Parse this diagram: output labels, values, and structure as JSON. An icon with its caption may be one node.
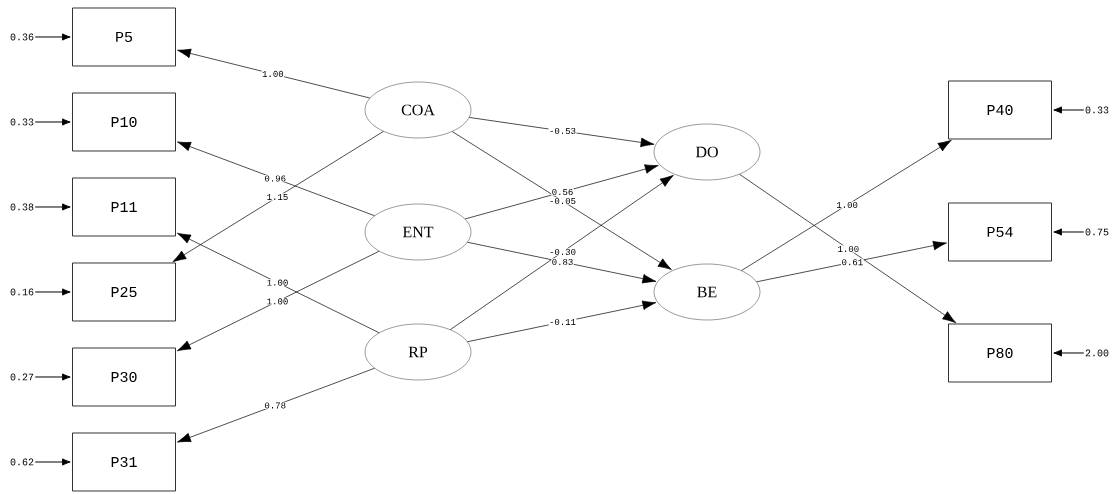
{
  "diagram": {
    "nodes": [
      {
        "text": [
          "P5"
        ]
      },
      {
        "text": [
          "P10"
        ]
      },
      {
        "text": [
          "P11"
        ]
      },
      {
        "text": [
          "P25"
        ]
      },
      {
        "text": [
          "P30"
        ]
      },
      {
        "text": [
          "P31"
        ]
      },
      {
        "text": [
          "COA"
        ]
      },
      {
        "text": [
          "ENT"
        ]
      },
      {
        "text": [
          "RP"
        ]
      },
      {
        "text": [
          "DO"
        ]
      },
      {
        "text": [
          "BE"
        ]
      },
      {
        "text": [
          "P40"
        ]
      },
      {
        "text": [
          "P54"
        ]
      },
      {
        "text": [
          "P80"
        ]
      },
      {
        "text": [
          "0.36"
        ]
      },
      {
        "text": [
          "0.33"
        ]
      },
      {
        "text": [
          "0.38"
        ]
      },
      {
        "text": [
          "0.16"
        ]
      },
      {
        "text": [
          "0.27"
        ]
      },
      {
        "text": [
          "0.62"
        ]
      },
      {
        "text": [
          "0.33"
        ]
      },
      {
        "text": [
          "0.75"
        ]
      },
      {
        "text": [
          "2.00"
        ]
      }
    ],
    "edges": [
      {
        "from": 6,
        "to": 0,
        "arrow": "to",
        "label": "1.00"
      },
      {
        "from": 7,
        "to": 1,
        "arrow": "to",
        "label": "0.96"
      },
      {
        "from": 6,
        "to": 3,
        "arrow": "to",
        "label": "1.15"
      },
      {
        "from": 8,
        "to": 2,
        "arrow": "to",
        "label": "1.00"
      },
      {
        "from": 7,
        "to": 4,
        "arrow": "to",
        "label": "1.00"
      },
      {
        "from": 8,
        "to": 5,
        "arrow": "to",
        "label": "0.78"
      },
      {
        "from": 6,
        "to": 9,
        "arrow": "to",
        "label": "-0.53"
      },
      {
        "from": 7,
        "to": 9,
        "arrow": "to",
        "label": "0.56"
      },
      {
        "from": 6,
        "to": 10,
        "arrow": "to",
        "label": "-0.05"
      },
      {
        "from": 8,
        "to": 9,
        "arrow": "to",
        "label": "-0.30"
      },
      {
        "from": 7,
        "to": 10,
        "arrow": "to",
        "label": "0.83"
      },
      {
        "from": 8,
        "to": 10,
        "arrow": "to",
        "label": "-0.11"
      },
      {
        "from": 10,
        "to": 11,
        "arrow": "to",
        "label": "1.00"
      },
      {
        "from": 9,
        "to": 13,
        "arrow": "to",
        "label": "1.00"
      },
      {
        "from": 10,
        "to": 12,
        "arrow": "to",
        "label": "0.61"
      },
      {
        "from": 14,
        "to": 0,
        "arrow": "to"
      },
      {
        "from": 15,
        "to": 1,
        "arrow": "to"
      },
      {
        "from": 16,
        "to": 2,
        "arrow": "to"
      },
      {
        "from": 17,
        "to": 3,
        "arrow": "to"
      },
      {
        "from": 18,
        "to": 4,
        "arrow": "to"
      },
      {
        "from": 19,
        "to": 5,
        "arrow": "to"
      },
      {
        "from": 20,
        "to": 11,
        "arrow": "to"
      },
      {
        "from": 21,
        "to": 12,
        "arrow": "to"
      },
      {
        "from": 22,
        "to": 13,
        "arrow": "to"
      }
    ]
  }
}
